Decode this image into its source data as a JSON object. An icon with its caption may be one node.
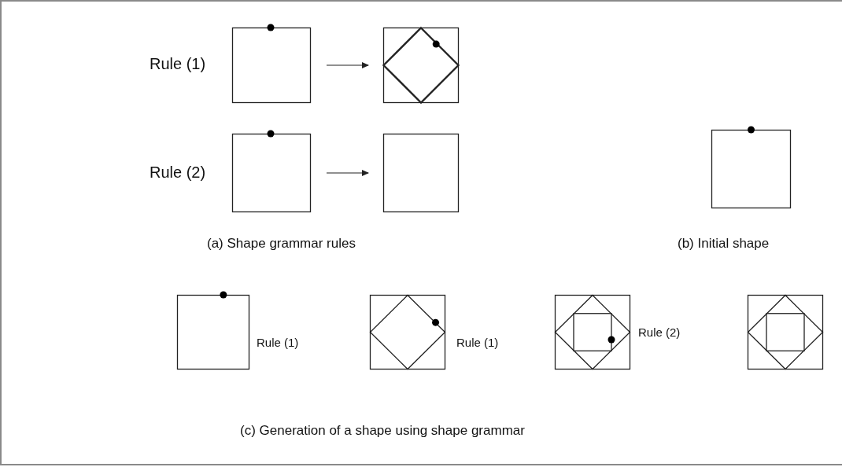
{
  "diagram": {
    "nodes": [
      {
        "text": [],
        "shape": "box"
      },
      {
        "text": [],
        "shape": "picture"
      },
      {
        "text": [],
        "shape": "box"
      },
      {
        "text": [],
        "shape": "box"
      }
    ],
    "edges": [
      {
        "from": 0,
        "to": 1,
        "arrow": "to"
      },
      {
        "from": 2,
        "to": 3,
        "arrow": "to"
      }
    ],
    "labels": [
      "Rule (1)",
      "Rule (2)",
      "(a) Shape grammar rules",
      "(b) Initial shape",
      "Rule (1)",
      "Rule (1)",
      "Rule (2)",
      "(c) Generation of a shape using shape grammar"
    ]
  }
}
